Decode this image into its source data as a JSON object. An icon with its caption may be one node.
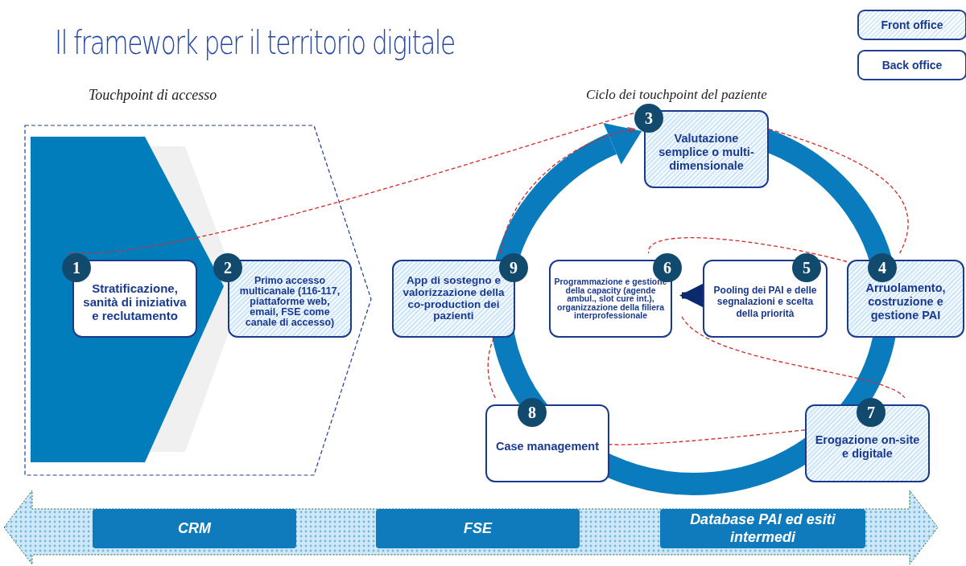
{
  "diagram": {
    "title": "Il framework per il territorio digitale",
    "nodes": [
      {
        "text": [
          "Touchpoint di accesso"
        ]
      },
      {
        "text": [
          "1",
          "Stratificazione, sanità di iniziativa e reclutamento"
        ],
        "in": 0
      },
      {
        "text": [
          "2",
          "Primo accesso multicanale (116-117, piattaforme web, email, FSE come canale di accesso)"
        ],
        "in": 0
      },
      {
        "text": [
          "3",
          "Valutazione semplice o multi-dimensionale"
        ]
      },
      {
        "text": [
          "4",
          "Arruolamento, costruzione e gestione PAI"
        ]
      },
      {
        "text": [
          "5",
          "Pooling dei PAI e delle segnalazioni e scelta della priorità"
        ]
      },
      {
        "text": [
          "6",
          "Programmazione e gestione della capacity (agende ambul., slot cure int.), organizzazione della filiera interprofessionale"
        ]
      },
      {
        "text": [
          "7",
          "Erogazione on-site e digitale"
        ]
      },
      {
        "text": [
          "8",
          "Case management"
        ]
      },
      {
        "text": [
          "9",
          "App di sostegno e valorizzazione della co-production dei pazienti"
        ]
      },
      {
        "text": [],
        "shape": "bar"
      },
      {
        "text": [
          "CRM"
        ],
        "in": 10
      },
      {
        "text": [
          "FSE"
        ],
        "in": 10
      },
      {
        "text": [
          "Database PAI ed esiti intermedi"
        ],
        "in": 10
      }
    ],
    "edges": [
      {
        "from": 1,
        "to": 3,
        "arrow": "none",
        "style": "dashed"
      },
      {
        "from": 3,
        "to": 4,
        "arrow": "none",
        "style": "dashed"
      },
      {
        "from": 4,
        "to": 6,
        "arrow": "none",
        "style": "dashed"
      },
      {
        "from": 5,
        "to": 6,
        "arrow": "to",
        "style": "thick",
        "color": "#0b2a6e"
      },
      {
        "from": 6,
        "to": 7,
        "arrow": "none",
        "style": "dashed"
      },
      {
        "from": 7,
        "to": 8,
        "arrow": "none",
        "style": "dashed"
      },
      {
        "from": 8,
        "to": 9,
        "arrow": "none",
        "style": "dashed"
      },
      {
        "from": 9,
        "to": 3,
        "arrow": "to",
        "style": "dashed"
      }
    ],
    "labels": [
      "Ciclo dei touchpoint del paziente"
    ],
    "legend": [
      {
        "text": "Front office",
        "color": "#d6ebfa"
      },
      {
        "text": "Back office",
        "color": "#ffffff"
      }
    ]
  }
}
